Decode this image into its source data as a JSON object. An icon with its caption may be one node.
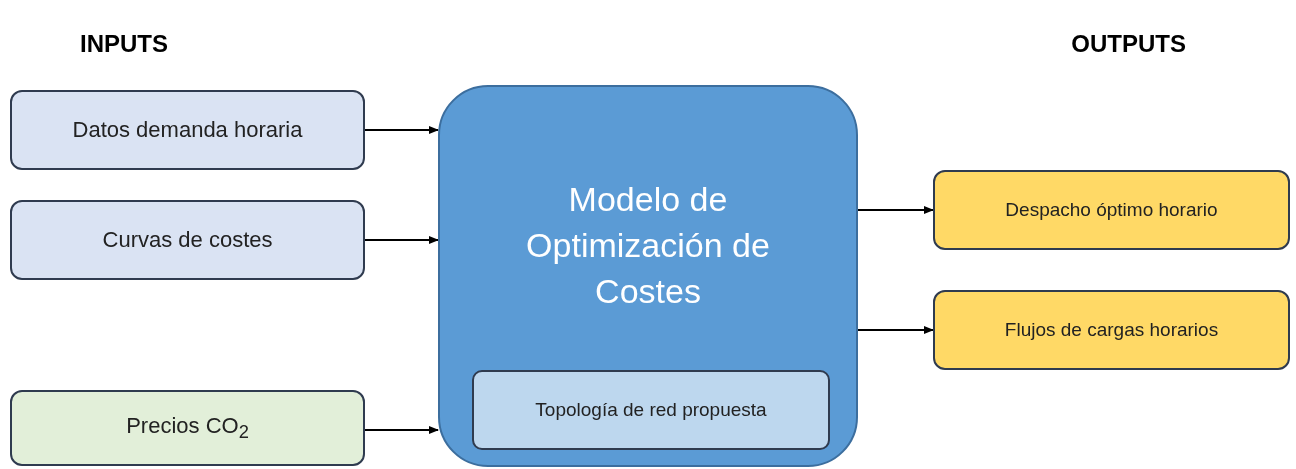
{
  "diagram": {
    "nodes": [
      {
        "text": [
          "Datos demanda horaria"
        ]
      },
      {
        "text": [
          "Curvas de costes"
        ]
      },
      {
        "text": [
          "Precios CO$_{2}$"
        ]
      },
      {
        "text": [
          "Modelo de Optimización de Costes"
        ]
      },
      {
        "text": [
          "Topología de red propuesta"
        ],
        "in": 3
      },
      {
        "text": [
          "Despacho óptimo horario"
        ]
      },
      {
        "text": [
          "Flujos de cargas horarios"
        ]
      }
    ],
    "edges": [
      {
        "from": 0,
        "to": 3,
        "arrow": "to"
      },
      {
        "from": 1,
        "to": 3,
        "arrow": "to"
      },
      {
        "from": 2,
        "to": 3,
        "arrow": "to"
      },
      {
        "from": 3,
        "to": 5,
        "arrow": "to"
      },
      {
        "from": 3,
        "to": 6,
        "arrow": "to"
      }
    ],
    "labels": [
      "INPUTS",
      "OUTPUTS"
    ]
  }
}
